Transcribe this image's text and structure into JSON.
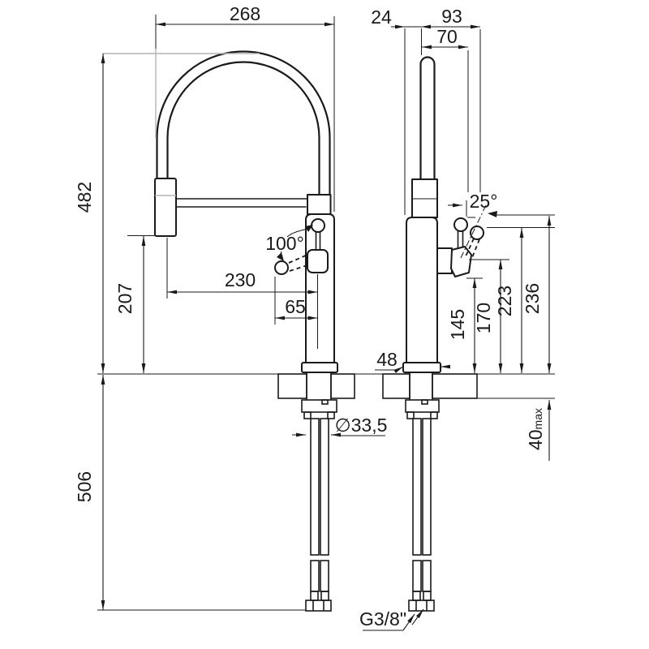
{
  "dims": {
    "front": {
      "overall_width": "268",
      "overall_height": "482",
      "spray_head_height": "207",
      "spray_reach": "230",
      "handle_offset": "65",
      "handle_swivel_angle": "100°",
      "under_counter_length": "506",
      "deck_hole_diameter": "∅33,5",
      "hose_thread": "G3/8\""
    },
    "side": {
      "spout_to_body_offset": "24",
      "overall_depth": "93",
      "spout_depth": "70",
      "lever_tilt_angle": "25°",
      "handle_bottom_height": "145",
      "handle_pivot_height": "170",
      "handle_top_height": "223",
      "handle_max_height": "236",
      "base_width": "48",
      "counter_max_thickness": "40",
      "counter_max_suffix": "max"
    }
  }
}
